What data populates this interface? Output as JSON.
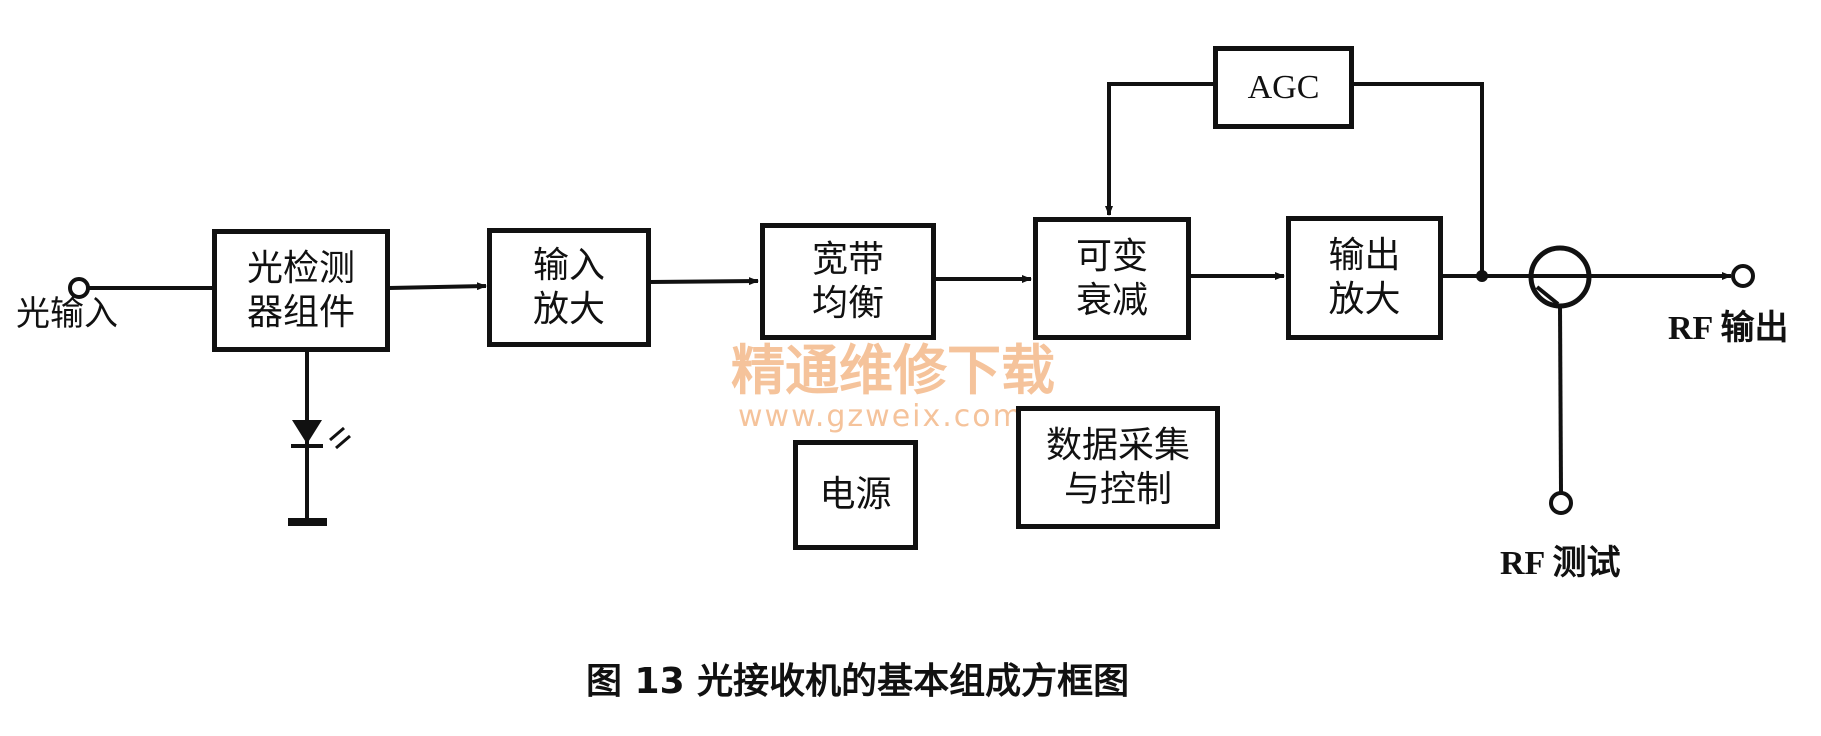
{
  "blocks": {
    "detector": [
      "光检测",
      "器组件"
    ],
    "input_amp": [
      "输入",
      "放大"
    ],
    "equalizer": [
      "宽带",
      "均衡"
    ],
    "attenuator": [
      "可变",
      "衰减"
    ],
    "output_amp": [
      "输出",
      "放大"
    ],
    "agc": "AGC",
    "power": "电源",
    "data_ctrl": [
      "数据采集",
      "与控制"
    ]
  },
  "ports": {
    "optical_input": "光输入",
    "rf_output": "RF 输出",
    "rf_test": "RF 测试"
  },
  "watermark": {
    "text": "精通维修下载",
    "url": "www.gzweix.com",
    "color": "#f4b98a"
  },
  "caption": "图 13  光接收机的基本组成方框图"
}
